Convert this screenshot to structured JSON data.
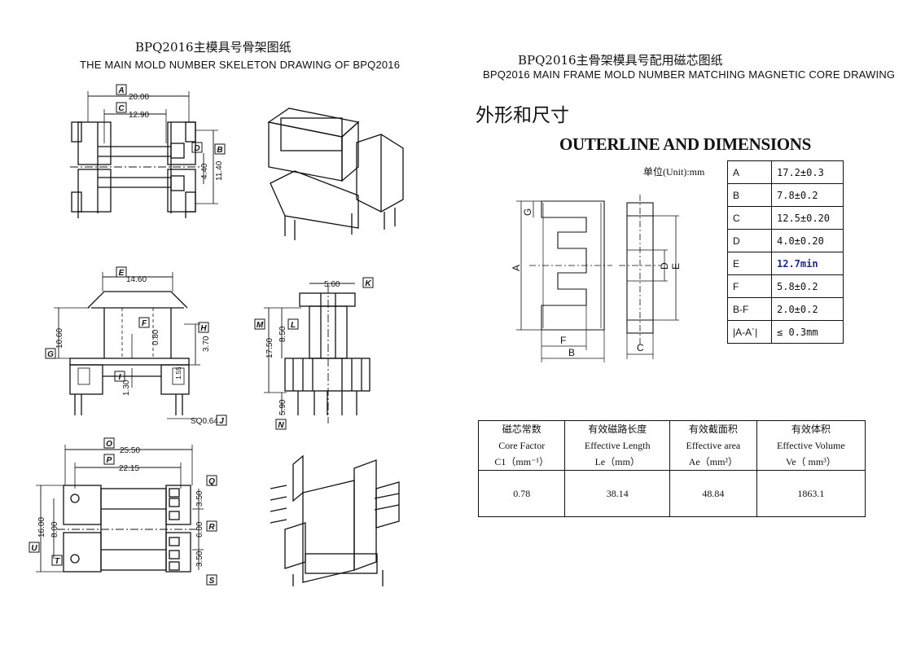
{
  "left_title_cn": "BPQ2016主模具号骨架图纸",
  "left_title_en": "THE MAIN MOLD NUMBER SKELETON DRAWING OF BPQ2016",
  "right_title_cn": "BPQ2016主骨架模具号配用磁芯图纸",
  "right_title_en": "BPQ2016 MAIN FRAME MOLD NUMBER MATCHING MAGNETIC CORE DRAWING",
  "section_cn": "外形和尺寸",
  "section_en": "OUTERLINE AND DIMENSIONS",
  "unit_label": "单位(Unit):mm",
  "dimensions": [
    {
      "key": "A",
      "value": "17.2±0.3"
    },
    {
      "key": "B",
      "value": "7.8±0.2"
    },
    {
      "key": "C",
      "value": "12.5±0.20"
    },
    {
      "key": "D",
      "value": "4.0±0.20"
    },
    {
      "key": "E",
      "value": "12.7min",
      "color": "#1a2a8a"
    },
    {
      "key": "F",
      "value": "5.8±0.2"
    },
    {
      "key": "B-F",
      "value": "2.0±0.2"
    },
    {
      "key": "|A-A´|",
      "value": "≤ 0.3mm"
    }
  ],
  "core_factor": {
    "headers": [
      {
        "cn": "磁芯常数",
        "en": "Core Factor",
        "sym": "C1（mm⁻¹）"
      },
      {
        "cn": "有效磁路长度",
        "en": "Effective Length",
        "sym": "Le（mm）"
      },
      {
        "cn": "有效截面积",
        "en": "Effective area",
        "sym": "Ae（mm²）"
      },
      {
        "cn": "有效体积",
        "en": "Effective Volume",
        "sym": "Ve（ mm³）"
      }
    ],
    "values": [
      "0.78",
      "38.14",
      "48.84",
      "1863.1"
    ]
  },
  "bobbin_dims": {
    "top": {
      "A": "20.00",
      "C": "12.90",
      "D": "4.40",
      "B": "11.40"
    },
    "middle": {
      "E": "14.60",
      "F": "0.80",
      "G": "10.60",
      "H": "3.70",
      "I": "1.30",
      "J": "SQ0.64",
      "side_small": "1.55"
    },
    "side": {
      "K": "5.60",
      "L": "8.50",
      "M": "17.50",
      "N": "5.90"
    },
    "bottom": {
      "O": "25.50",
      "P": "22.15",
      "Q": "3.50",
      "R": "6.00",
      "S": "3.50",
      "U": "16.00",
      "T": "8.00"
    }
  },
  "core_labels": {
    "G": "G",
    "A": "A",
    "D": "D",
    "E": "E",
    "F": "F",
    "B": "B",
    "C": "C"
  }
}
